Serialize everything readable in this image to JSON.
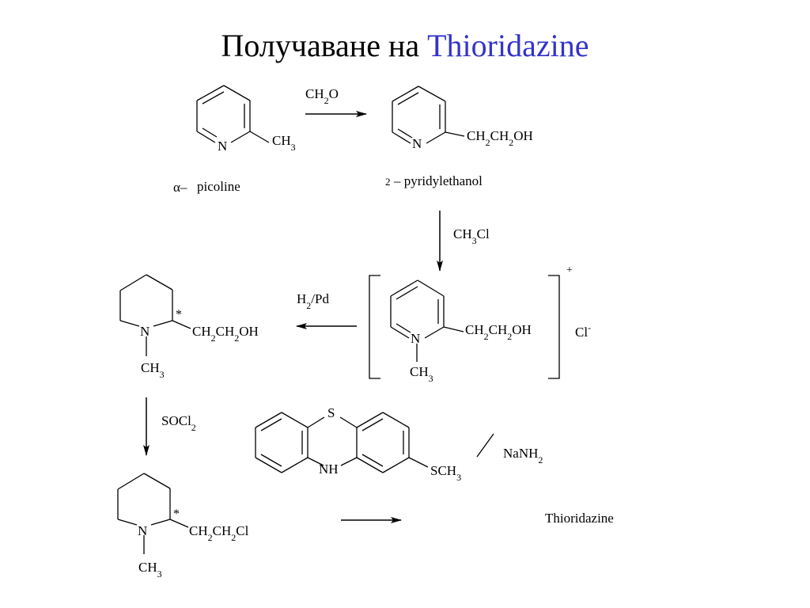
{
  "title": {
    "prefix": "Получаване на",
    "compound": "Thioridazine",
    "accent_color": "#3333cc"
  },
  "compounds": {
    "picoline": {
      "ring_atom": "N",
      "substituent": "CH3",
      "name_prefix": "α–",
      "name": "picoline"
    },
    "pyridylethanol": {
      "ring_atom": "N",
      "substituent": "CH2CH2OH",
      "name_prefix": "2",
      "name": "– pyridylethanol"
    },
    "pyridinium_salt": {
      "ring_atom": "N",
      "n_substituent": "CH3",
      "substituent": "CH2CH2OH",
      "charge": "+",
      "counterion": "Cl",
      "counterion_charge": "-"
    },
    "piperidine_ethanol": {
      "ring_atom": "N",
      "n_substituent": "CH3",
      "stereocenter": "*",
      "substituent": "CH2CH2OH"
    },
    "piperidine_chloride": {
      "ring_atom": "N",
      "n_substituent": "CH3",
      "stereocenter": "*",
      "substituent": "CH2CH2Cl"
    },
    "phenothiazine": {
      "s_atom": "S",
      "nh_atom": "NH",
      "substituent": "SCH3"
    },
    "product": {
      "name": "Thioridazine"
    }
  },
  "reagents": {
    "step1": "CH2O",
    "step2": "CH3Cl",
    "step3": "H2/Pd",
    "step4": "SOCl2",
    "step5": "NaNH2"
  }
}
